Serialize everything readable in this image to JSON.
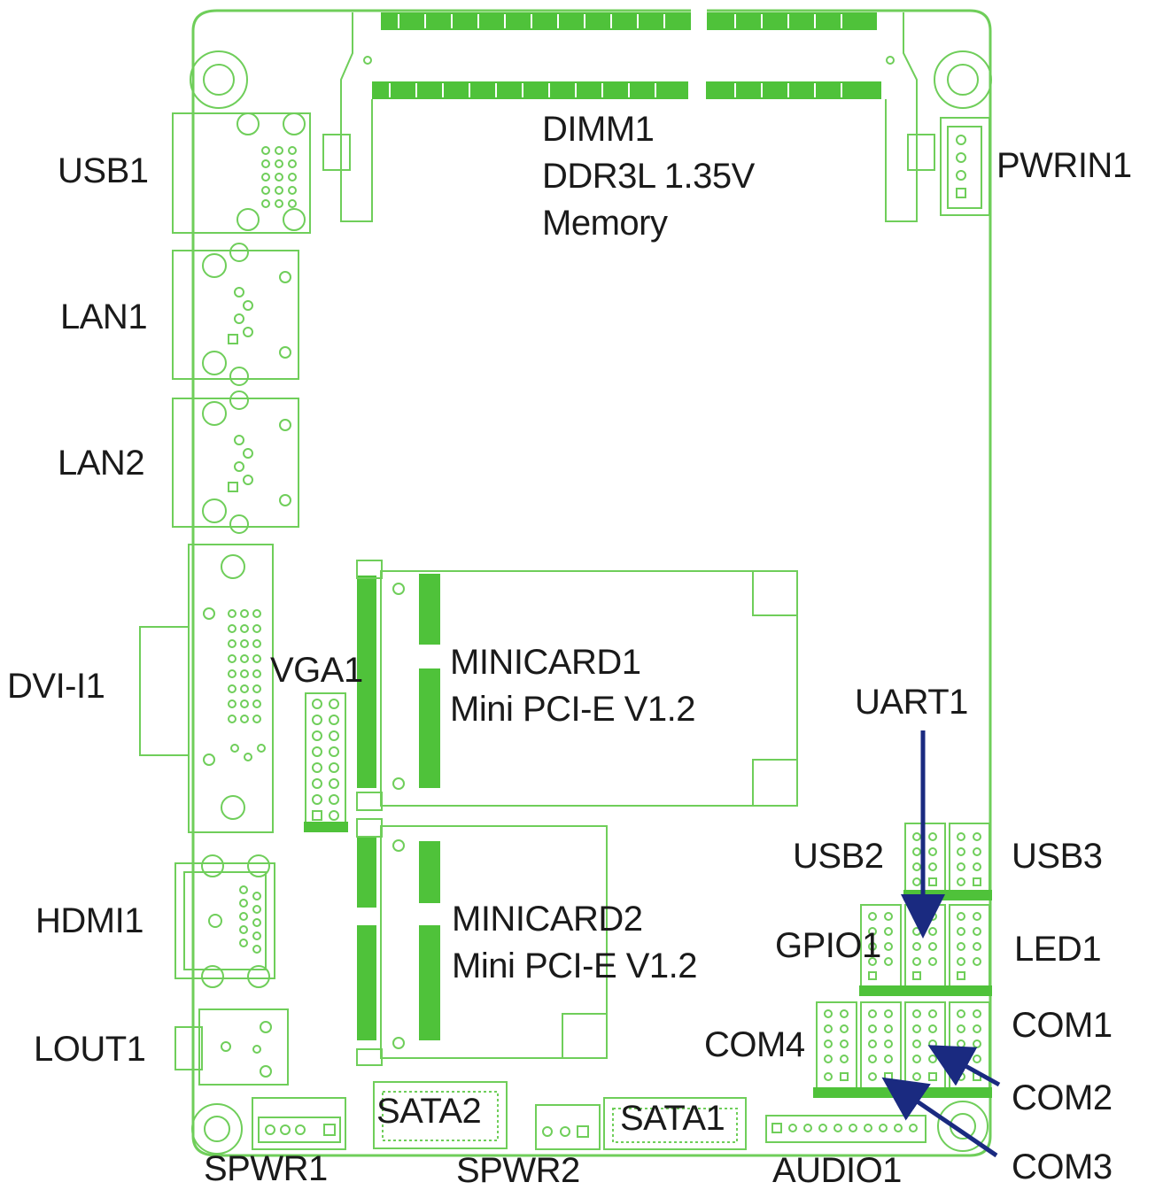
{
  "colors": {
    "board_outline": "#6fce5a",
    "component": "#4fc23a",
    "arrow": "#1a2a80",
    "text": "#1a1a1a"
  },
  "labels": {
    "dimm1_line1": "DIMM1",
    "dimm1_line2": "DDR3L 1.35V",
    "dimm1_line3": "Memory",
    "pwrin1": "PWRIN1",
    "usb1": "USB1",
    "lan1": "LAN1",
    "lan2": "LAN2",
    "dvi_i1": "DVI-I1",
    "vga1": "VGA1",
    "minicard1_line1": "MINICARD1",
    "minicard1_line2": "Mini PCI-E V1.2",
    "minicard2_line1": "MINICARD2",
    "minicard2_line2": "Mini PCI-E V1.2",
    "uart1": "UART1",
    "usb2": "USB2",
    "usb3": "USB3",
    "gpio1": "GPIO1",
    "led1": "LED1",
    "com1": "COM1",
    "com2": "COM2",
    "com3": "COM3",
    "com4": "COM4",
    "hdmi1": "HDMI1",
    "lout1": "LOUT1",
    "sata1": "SATA1",
    "sata2": "SATA2",
    "spwr1": "SPWR1",
    "spwr2": "SPWR2",
    "audio1": "AUDIO1"
  }
}
